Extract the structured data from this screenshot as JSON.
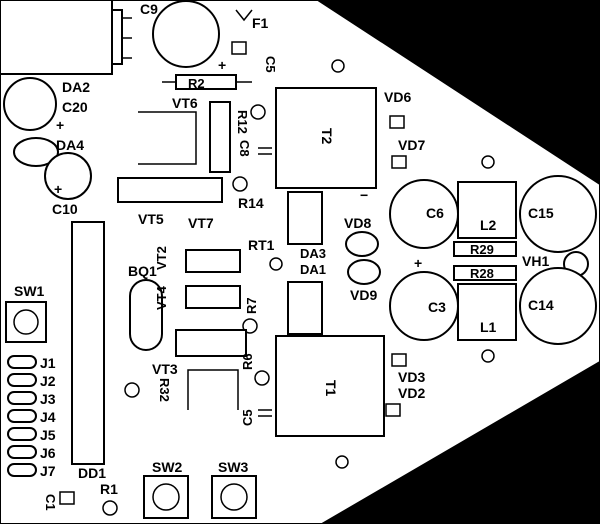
{
  "board": {
    "labels": {
      "C9": "C9",
      "F1": "F1",
      "C5_top": "C5",
      "DA2": "DA2",
      "C20": "C20",
      "DA4": "DA4",
      "C10": "C10",
      "R2": "R2",
      "VT6": "VT6",
      "R12": "R12",
      "C8": "C8",
      "T2": "T2",
      "VD6": "VD6",
      "VD7": "VD7",
      "R14": "R14",
      "VT5": "VT5",
      "VT7": "VT7",
      "C6": "C6",
      "C15": "C15",
      "L2": "L2",
      "VD8": "VD8",
      "RT1": "RT1",
      "DA3": "DA3",
      "DA1": "DA1",
      "R29": "R29",
      "R28": "R28",
      "VH1": "VH1",
      "BQ1": "BQ1",
      "VT2": "VT2",
      "VT4": "VT4",
      "R7": "R7",
      "VD9": "VD9",
      "C3": "C3",
      "C14": "C14",
      "L1": "L1",
      "SW1": "SW1",
      "J1": "J1",
      "J2": "J2",
      "J3": "J3",
      "J4": "J4",
      "J5": "J5",
      "J6": "J6",
      "J7": "J7",
      "VT3": "VT3",
      "R32": "R32",
      "R6": "R6",
      "T1": "T1",
      "VD3": "VD3",
      "VD2": "VD2",
      "C5": "C5",
      "DD1": "DD1",
      "SW2": "SW2",
      "SW3": "SW3",
      "R1": "R1",
      "C1": "C1"
    },
    "polarity": {
      "plus": "+",
      "minus": "−"
    }
  }
}
